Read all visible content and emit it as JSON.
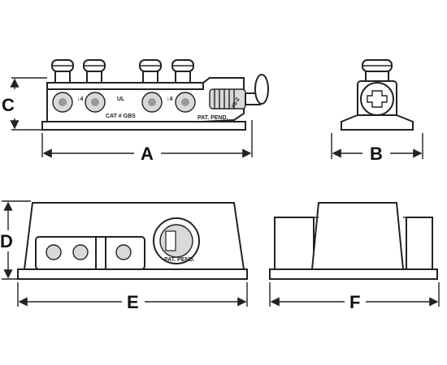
{
  "dimensions": {
    "a": "A",
    "b": "B",
    "c": "C",
    "d": "D",
    "e": "E",
    "f": "F"
  },
  "part_markings": {
    "catalog": "CAT # GBS",
    "patent": "PAT. PEND.",
    "wire_size": "#6-2",
    "patent_lower": "PAT. PEND."
  },
  "colors": {
    "line": "#222222",
    "fill": "#ffffff",
    "shade": "#cfcfcf"
  }
}
